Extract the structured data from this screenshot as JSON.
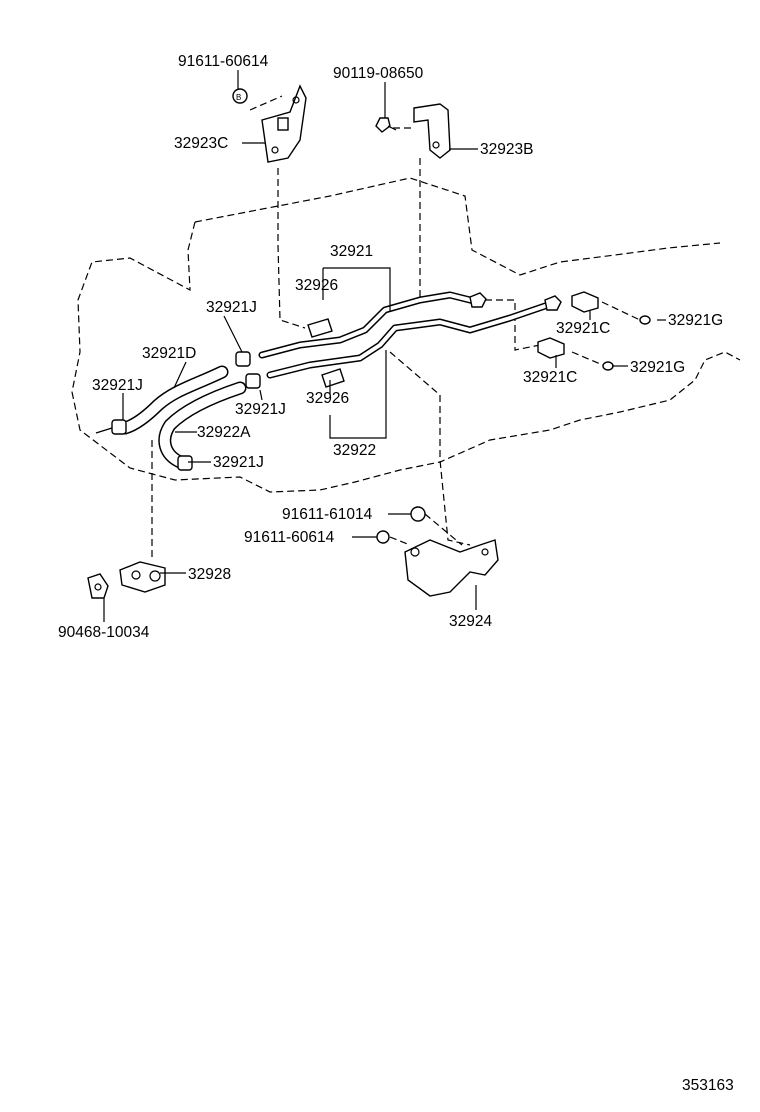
{
  "diagram_id": "353163",
  "part_labels": {
    "nut_top": "91611-60614",
    "bolt_top": "90119-08650",
    "bracket_c": "32923C",
    "bracket_b": "32923B",
    "tube_upper": "32921",
    "sleeve_upper": "32926",
    "clamp_upper": "32921J",
    "hose_d": "32921D",
    "clamp_left": "32921J",
    "clamp_mid": "32921J",
    "sleeve_lower": "32926",
    "hose_a": "32922A",
    "tube_lower": "32922",
    "clamp_bottom": "32921J",
    "union_upper": "32921C",
    "gasket_upper": "32921G",
    "union_lower": "32921C",
    "gasket_lower": "32921G",
    "nut_lower_a": "91611-61014",
    "nut_lower_b": "91611-60614",
    "bracket_lower": "32924",
    "clamp_part": "32928",
    "grommet": "90468-10034"
  }
}
